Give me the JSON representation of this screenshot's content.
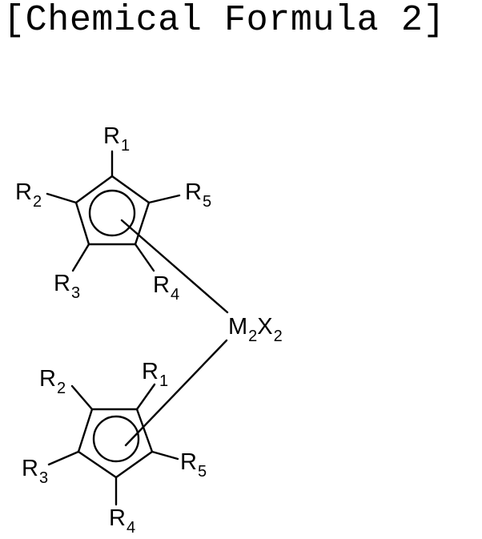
{
  "title": "[Chemical Formula 2]",
  "metal_center": {
    "symbol_1": "M",
    "sub_1": "2",
    "symbol_2": "X",
    "sub_2": "2"
  },
  "top_ring": {
    "type": "cyclopentadienyl",
    "substituents": [
      {
        "symbol": "R",
        "sub": "1"
      },
      {
        "symbol": "R",
        "sub": "2"
      },
      {
        "symbol": "R",
        "sub": "3"
      },
      {
        "symbol": "R",
        "sub": "4"
      },
      {
        "symbol": "R",
        "sub": "5"
      }
    ]
  },
  "bottom_ring": {
    "type": "cyclopentadienyl",
    "substituents": [
      {
        "symbol": "R",
        "sub": "1"
      },
      {
        "symbol": "R",
        "sub": "2"
      },
      {
        "symbol": "R",
        "sub": "3"
      },
      {
        "symbol": "R",
        "sub": "4"
      },
      {
        "symbol": "R",
        "sub": "5"
      }
    ]
  },
  "colors": {
    "line": "#000000",
    "background": "#ffffff"
  }
}
